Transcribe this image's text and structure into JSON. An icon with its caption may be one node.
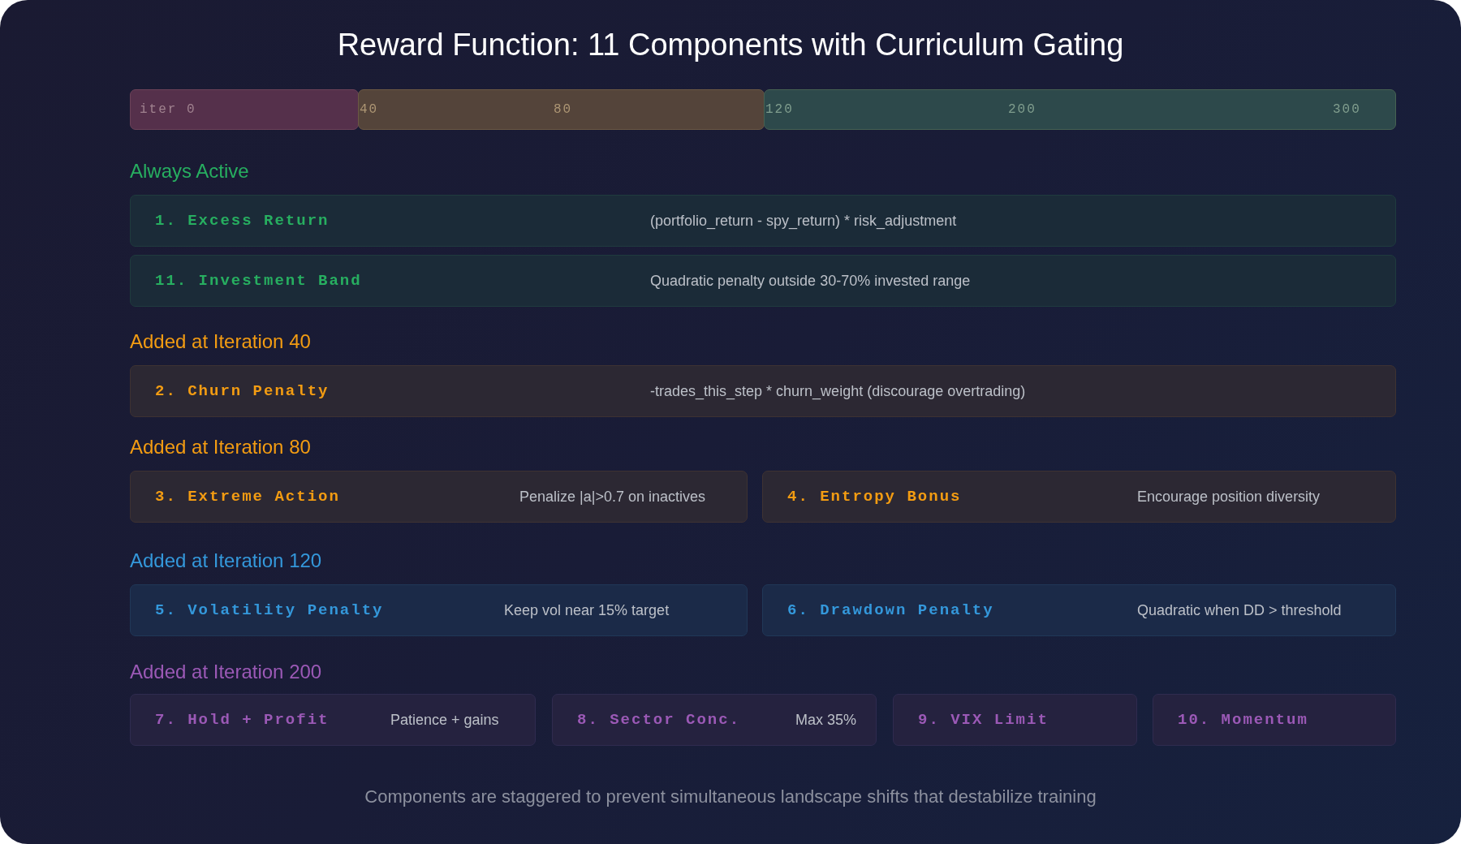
{
  "diagram": {
    "title": "Reward Function: 11 Components with Curriculum Gating",
    "caption": "Components are staggered to prevent simultaneous landscape shifts that destabilize training",
    "nodes": [
      {
        "text": [
          "iter 0"
        ]
      },
      {
        "text": [
          "40",
          "80"
        ]
      },
      {
        "text": [
          "120",
          "200",
          "300"
        ]
      },
      {
        "text": [
          "1. Excess Return",
          "(portfolio_return - spy_return) * risk_adjustment"
        ]
      },
      {
        "text": [
          "11. Investment Band",
          "Quadratic penalty outside 30-70% invested range"
        ]
      },
      {
        "text": [
          "2. Churn Penalty",
          "-trades_this_step * churn_weight (discourage overtrading)"
        ]
      },
      {
        "text": [
          "3. Extreme Action",
          "Penalize |a|>0.7 on inactives"
        ]
      },
      {
        "text": [
          "4. Entropy Bonus",
          "Encourage position diversity"
        ]
      },
      {
        "text": [
          "5. Volatility Penalty",
          "Keep vol near 15% target"
        ]
      },
      {
        "text": [
          "6. Drawdown Penalty",
          "Quadratic when DD > threshold"
        ]
      },
      {
        "text": [
          "7. Hold + Profit",
          "Patience + gains"
        ]
      },
      {
        "text": [
          "8. Sector Conc.",
          "Max 35%"
        ]
      },
      {
        "text": [
          "9. VIX Limit"
        ]
      },
      {
        "text": [
          "10. Momentum"
        ]
      }
    ],
    "labels": [
      "Always Active",
      "Added at Iteration 40",
      "Added at Iteration 80",
      "Added at Iteration 120",
      "Added at Iteration 200"
    ]
  }
}
